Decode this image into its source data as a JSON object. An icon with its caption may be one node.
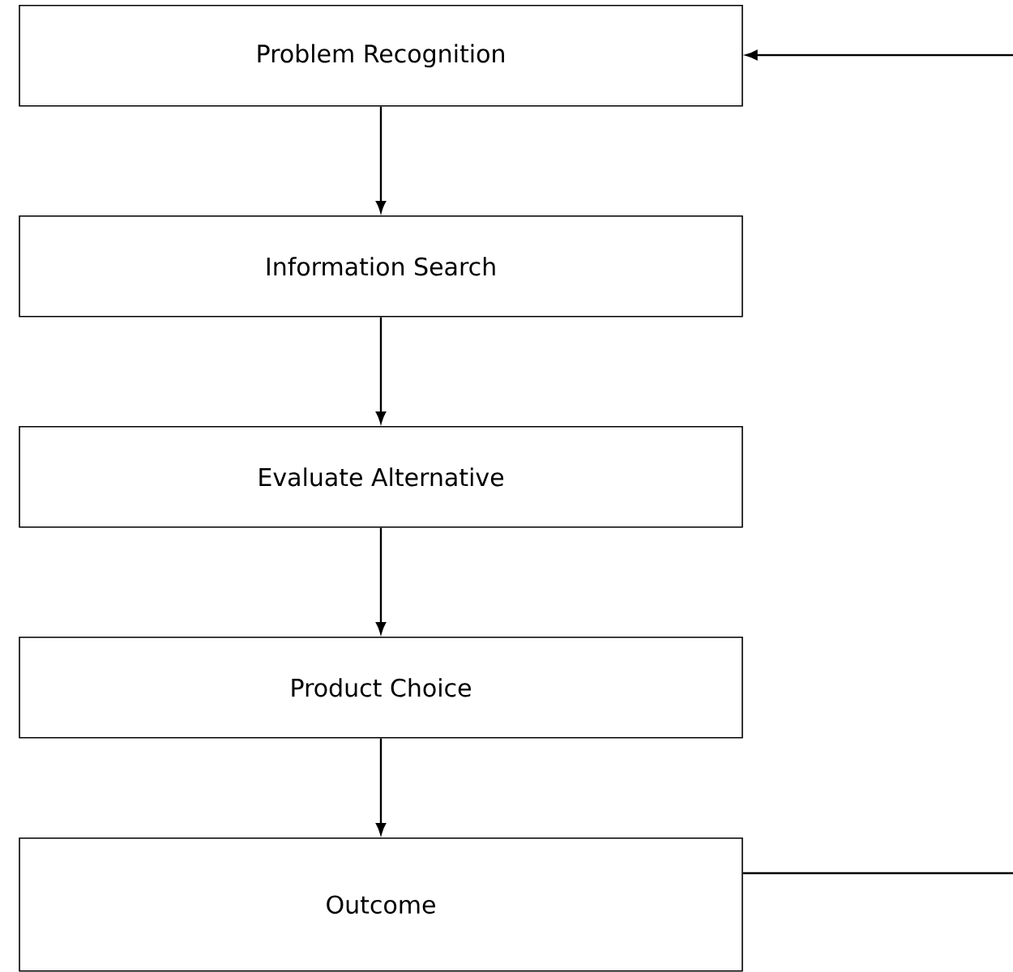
{
  "diagram": {
    "nodes": [
      {
        "text": [
          "Problem Recognition"
        ]
      },
      {
        "text": [
          "Information Search"
        ]
      },
      {
        "text": [
          "Evaluate Alternative"
        ]
      },
      {
        "text": [
          "Product Choice"
        ]
      },
      {
        "text": [
          "Outcome"
        ]
      }
    ],
    "edges": [
      {
        "from": 0,
        "to": 1,
        "arrow": "to"
      },
      {
        "from": 1,
        "to": 2,
        "arrow": "to"
      },
      {
        "from": 2,
        "to": 3,
        "arrow": "to"
      },
      {
        "from": 3,
        "to": 4,
        "arrow": "to"
      },
      {
        "from": 4,
        "to": null,
        "arrow": "none"
      },
      {
        "from": null,
        "to": 0,
        "arrow": "to"
      }
    ]
  }
}
